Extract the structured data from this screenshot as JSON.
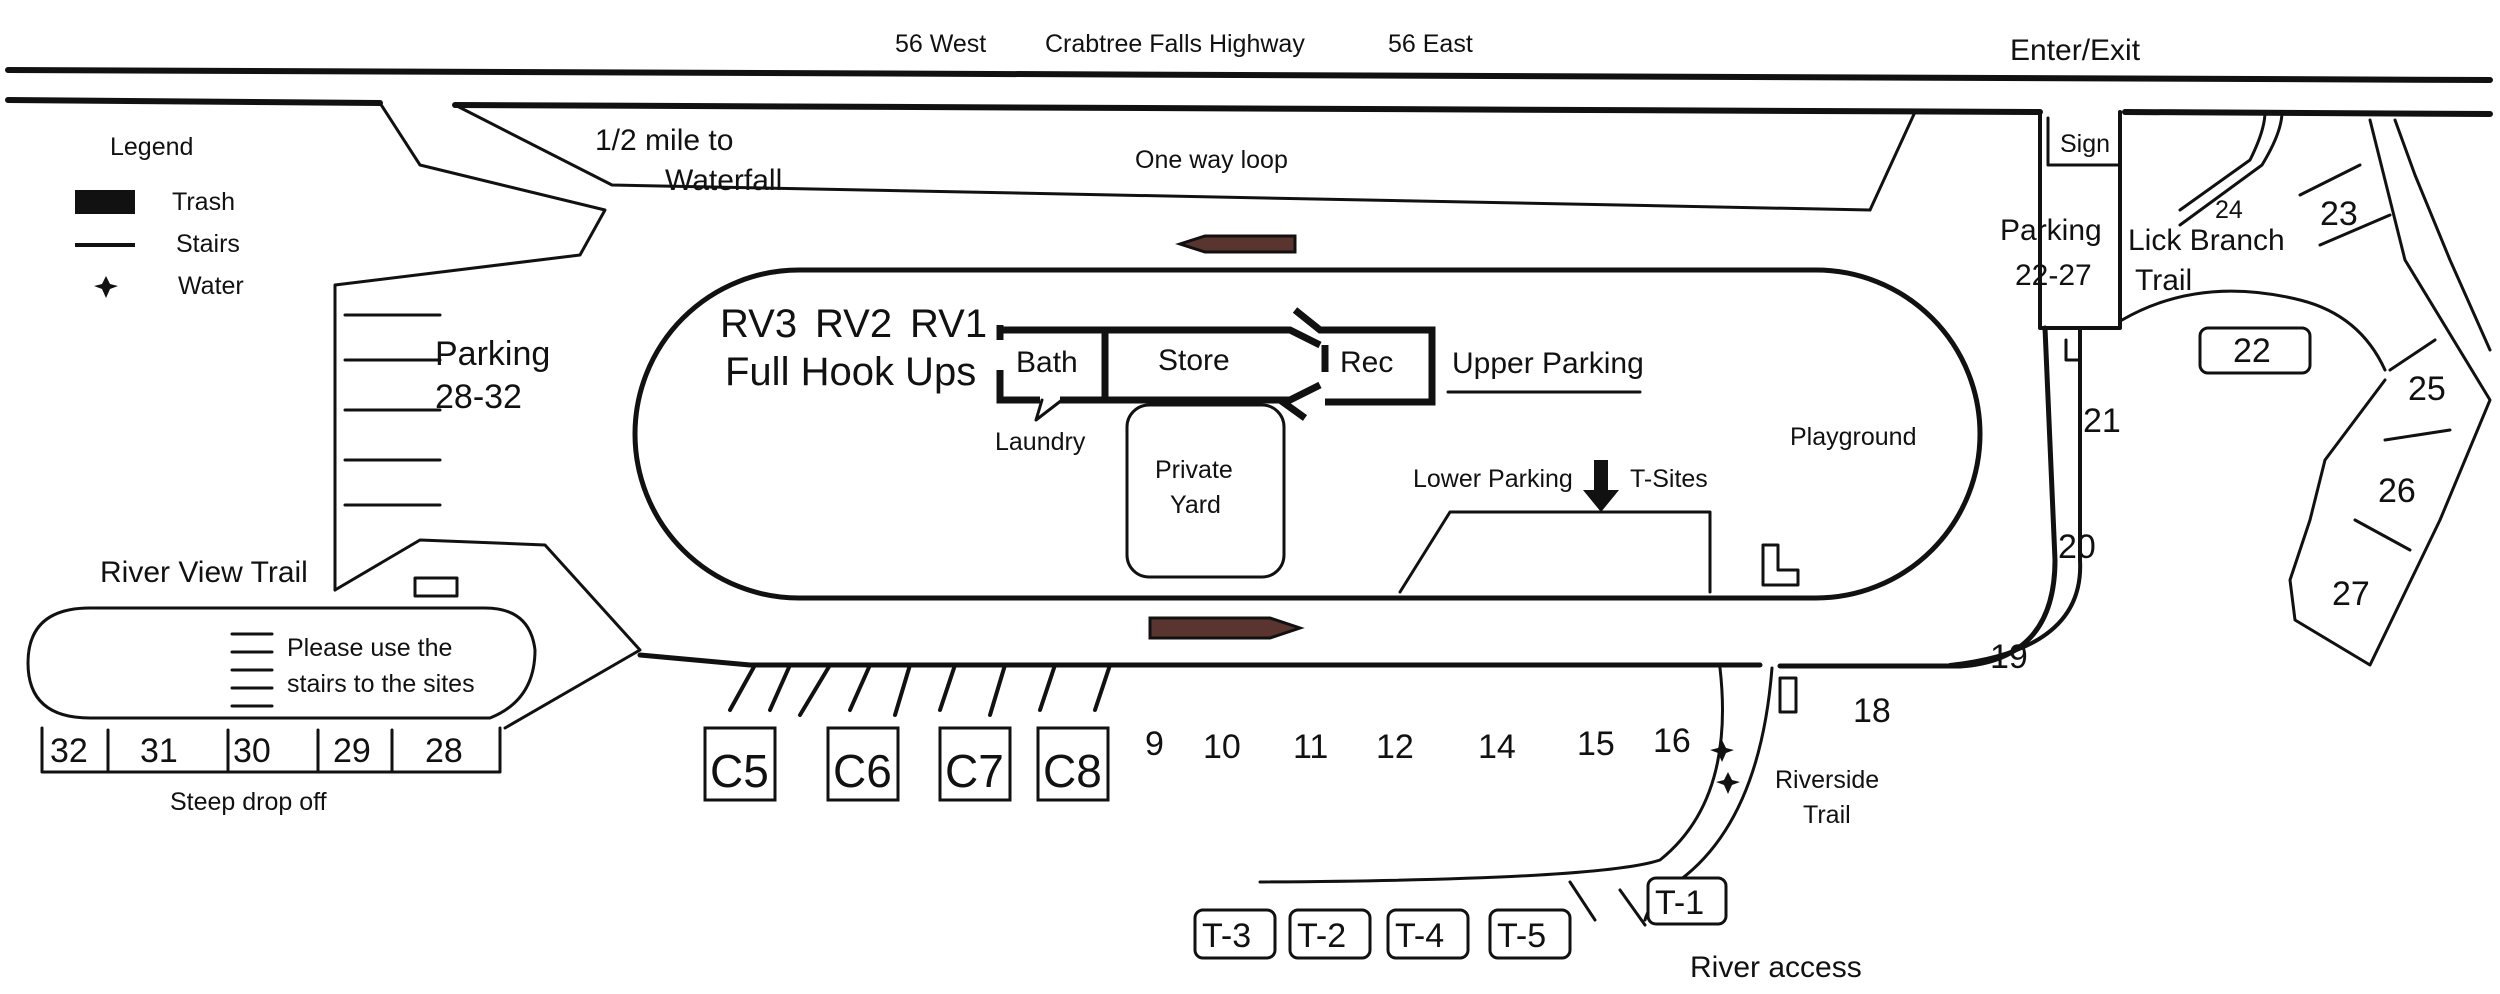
{
  "highway": {
    "west": "56 West",
    "name": "Crabtree Falls Highway",
    "east": "56 East",
    "enter_exit": "Enter/Exit"
  },
  "legend": {
    "title": "Legend",
    "trash": "Trash",
    "stairs": "Stairs",
    "water": "Water"
  },
  "labels": {
    "waterfall_line1": "1/2 mile to",
    "waterfall_line2": "Waterfall",
    "one_way_loop": "One way loop",
    "rv3": "RV3",
    "rv2": "RV2",
    "rv1": "RV1",
    "full_hook_ups": "Full Hook Ups",
    "bath": "Bath",
    "store": "Store",
    "rec": "Rec",
    "laundry": "Laundry",
    "private_yard_line1": "Private",
    "private_yard_line2": "Yard",
    "upper_parking": "Upper Parking",
    "lower_parking": "Lower Parking",
    "t_sites": "T-Sites",
    "playground": "Playground",
    "parking_28_32_line1": "Parking",
    "parking_28_32_line2": "28-32",
    "parking_22_27_line1": "Parking",
    "parking_22_27_line2": "22-27",
    "sign": "Sign",
    "lick_branch_line1": "Lick Branch",
    "lick_branch_line2": "Trail",
    "river_view_trail": "River View Trail",
    "stairs_note_line1": "Please use the",
    "stairs_note_line2": "stairs to the sites",
    "steep_drop_off": "Steep drop off",
    "riverside_line1": "Riverside",
    "riverside_line2": "Trail",
    "river_access": "River access"
  },
  "sites": {
    "s32": "32",
    "s31": "31",
    "s30": "30",
    "s29": "29",
    "s28": "28",
    "c5": "C5",
    "c6": "C6",
    "c7": "C7",
    "c8": "C8",
    "s9": "9",
    "s10": "10",
    "s11": "11",
    "s12": "12",
    "s14": "14",
    "s15": "15",
    "s16": "16",
    "s18": "18",
    "s19": "19",
    "s20": "20",
    "s21": "21",
    "s22": "22",
    "s23": "23",
    "s24": "24",
    "s25": "25",
    "s26": "26",
    "s27": "27",
    "t1": "T-1",
    "t2": "T-2",
    "t3": "T-3",
    "t4": "T-4",
    "t5": "T-5"
  }
}
